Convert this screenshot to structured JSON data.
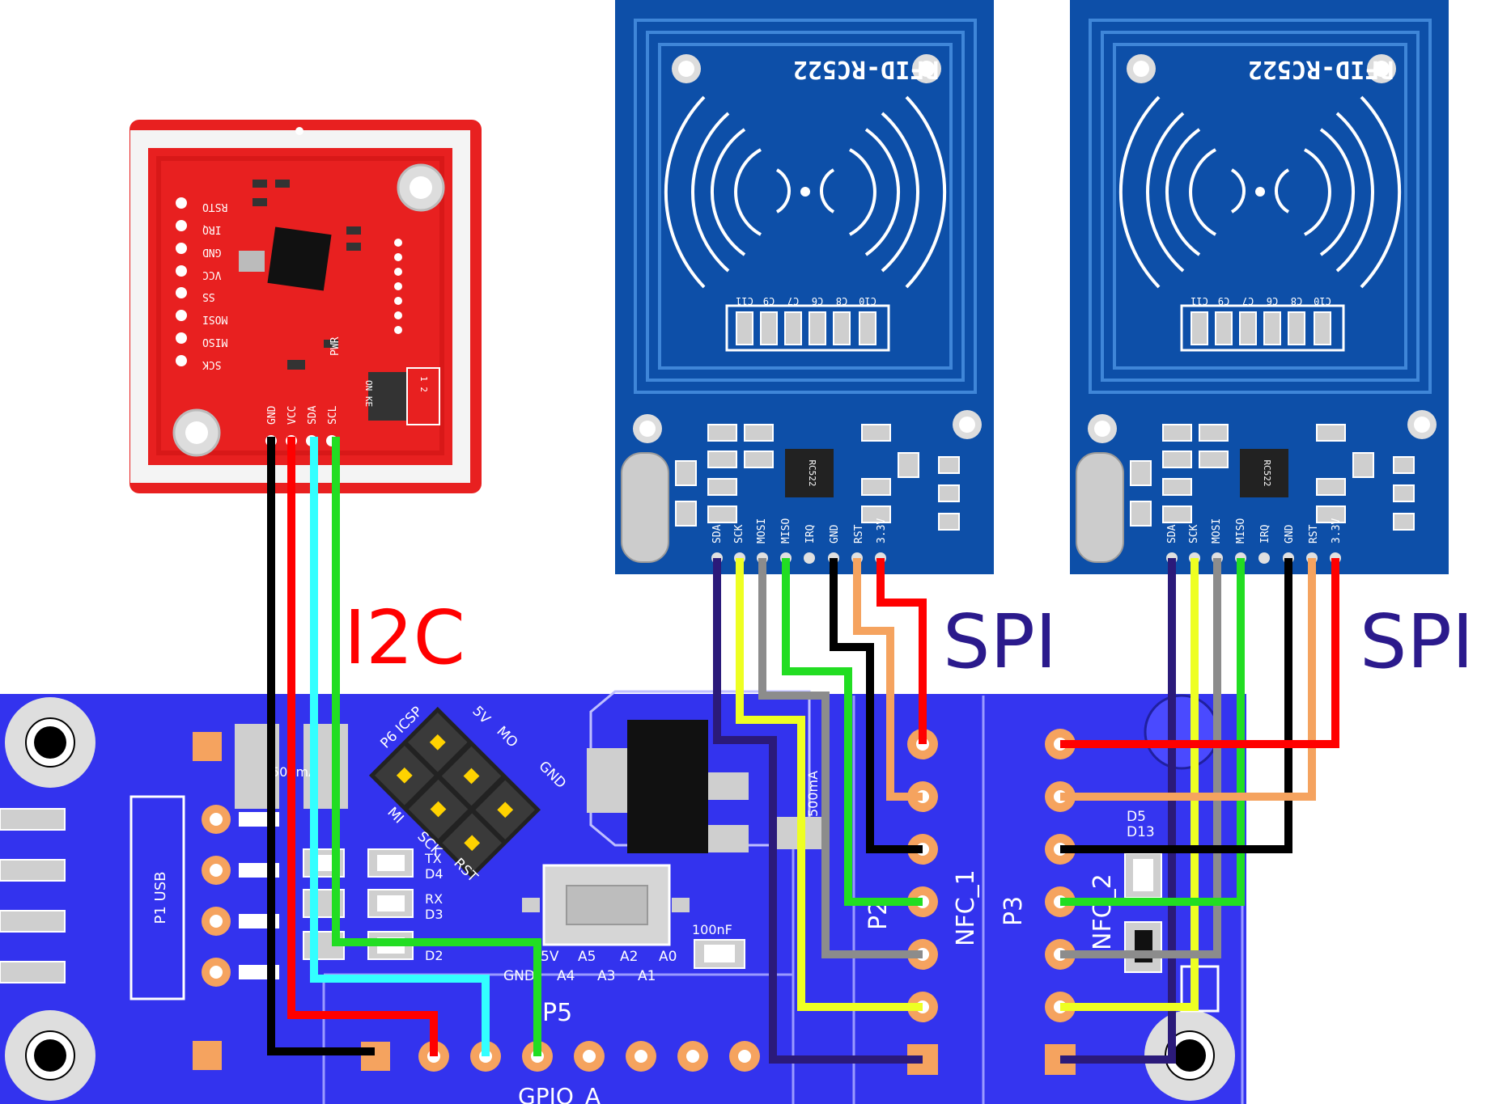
{
  "labels": {
    "i2c": "I2C",
    "spi_left": "SPI",
    "spi_right": "SPI"
  },
  "pn532": {
    "pins_left": [
      "RSTO",
      "IRQ",
      "GND",
      "VCC",
      "SS",
      "MOSI",
      "MISO",
      "SCK"
    ],
    "pins_bottom": [
      "GND",
      "VCC",
      "SDA",
      "SCL"
    ],
    "pwr_label": "PWR",
    "switch_label": "ON KE",
    "switch_nums": "1 2"
  },
  "rc522_left": {
    "title": "RFID-RC522",
    "caps": [
      "C11",
      "C9",
      "C7",
      "C6",
      "C8",
      "C10"
    ],
    "pins": [
      "SDA",
      "SCK",
      "MOSI",
      "MISO",
      "IRQ",
      "GND",
      "RST",
      "3.3V"
    ],
    "chip_text": "RC522"
  },
  "rc522_right": {
    "title": "RFID-RC522",
    "caps": [
      "C11",
      "C9",
      "C7",
      "C6",
      "C8",
      "C10"
    ],
    "pins": [
      "SDA",
      "SCK",
      "MOSI",
      "MISO",
      "IRQ",
      "GND",
      "RST",
      "3.3V"
    ],
    "chip_text": "RC522"
  },
  "mainboard": {
    "usb_label": "P1 USB",
    "cap_label": "500mA",
    "header_p6": "P6 ICSP",
    "icsp_5v": "5V",
    "icsp_mo": "MO",
    "icsp_gnd": "GND",
    "icsp_mi": "MI",
    "icsp_sck": "SCK",
    "icsp_rst": "RST",
    "led_tx": "TX",
    "led_d4": "D4",
    "led_rx": "RX",
    "led_d3": "D3",
    "led_d2": "D2",
    "cap_100nf": "100nF",
    "gpio_top": [
      "5V",
      "A5",
      "A2",
      "A0"
    ],
    "gpio_bottom": [
      "GND",
      "A4",
      "A3",
      "A1"
    ],
    "p5_label": "P5",
    "gpio_label": "GPIO_A",
    "p2_label": "P2",
    "nfc1_label": "NFC_1",
    "reg_label": "500mA",
    "p3_label": "P3",
    "nfc2_label": "NFC_2",
    "d5_label": "D5",
    "d13_label": "D13"
  },
  "colors": {
    "wire_black": "#000000",
    "wire_red": "#ff0000",
    "wire_cyan": "#33ffff",
    "wire_green": "#22dd22",
    "wire_navy": "#2b1a7a",
    "wire_yellow": "#eeff22",
    "wire_gray": "#8c8c8c",
    "wire_orange": "#f5a35f",
    "label_i2c": "#ff0000",
    "label_spi": "#2b1a8c",
    "pcb_blue": "#3333ee",
    "pn532_red": "#e82020",
    "rc522_blue": "#0d4fa8"
  }
}
